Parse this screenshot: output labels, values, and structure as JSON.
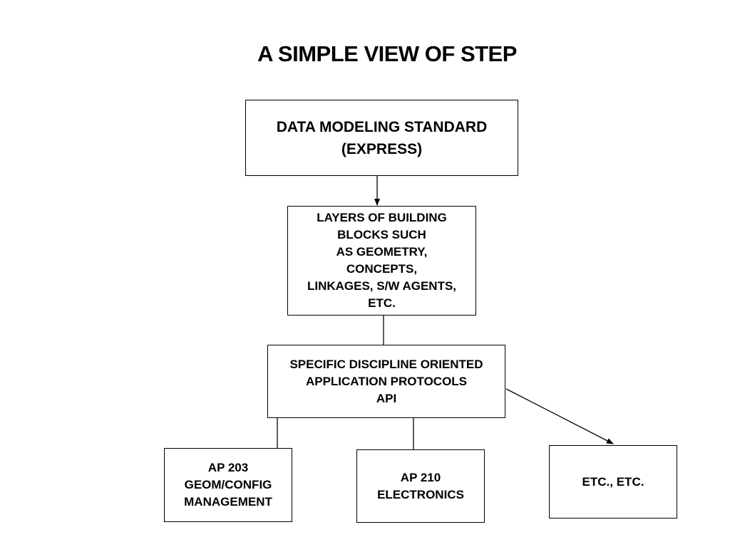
{
  "title": "A SIMPLE VIEW OF STEP",
  "boxes": {
    "standard": [
      "DATA MODELING STANDARD",
      "(EXPRESS)"
    ],
    "layers": [
      "LAYERS OF BUILDING",
      "BLOCKS SUCH",
      "AS GEOMETRY,",
      "CONCEPTS,",
      "LINKAGES, S/W AGENTS,",
      "ETC."
    ],
    "protocols": [
      "SPECIFIC DISCIPLINE ORIENTED",
      "APPLICATION PROTOCOLS",
      "API"
    ],
    "ap203": [
      "AP 203",
      "GEOM/CONFIG",
      "MANAGEMENT"
    ],
    "ap210": [
      "AP 210",
      "ELECTRONICS"
    ],
    "etc": [
      "ETC., ETC."
    ]
  },
  "colors": {
    "line": "#000000",
    "background": "#ffffff"
  }
}
